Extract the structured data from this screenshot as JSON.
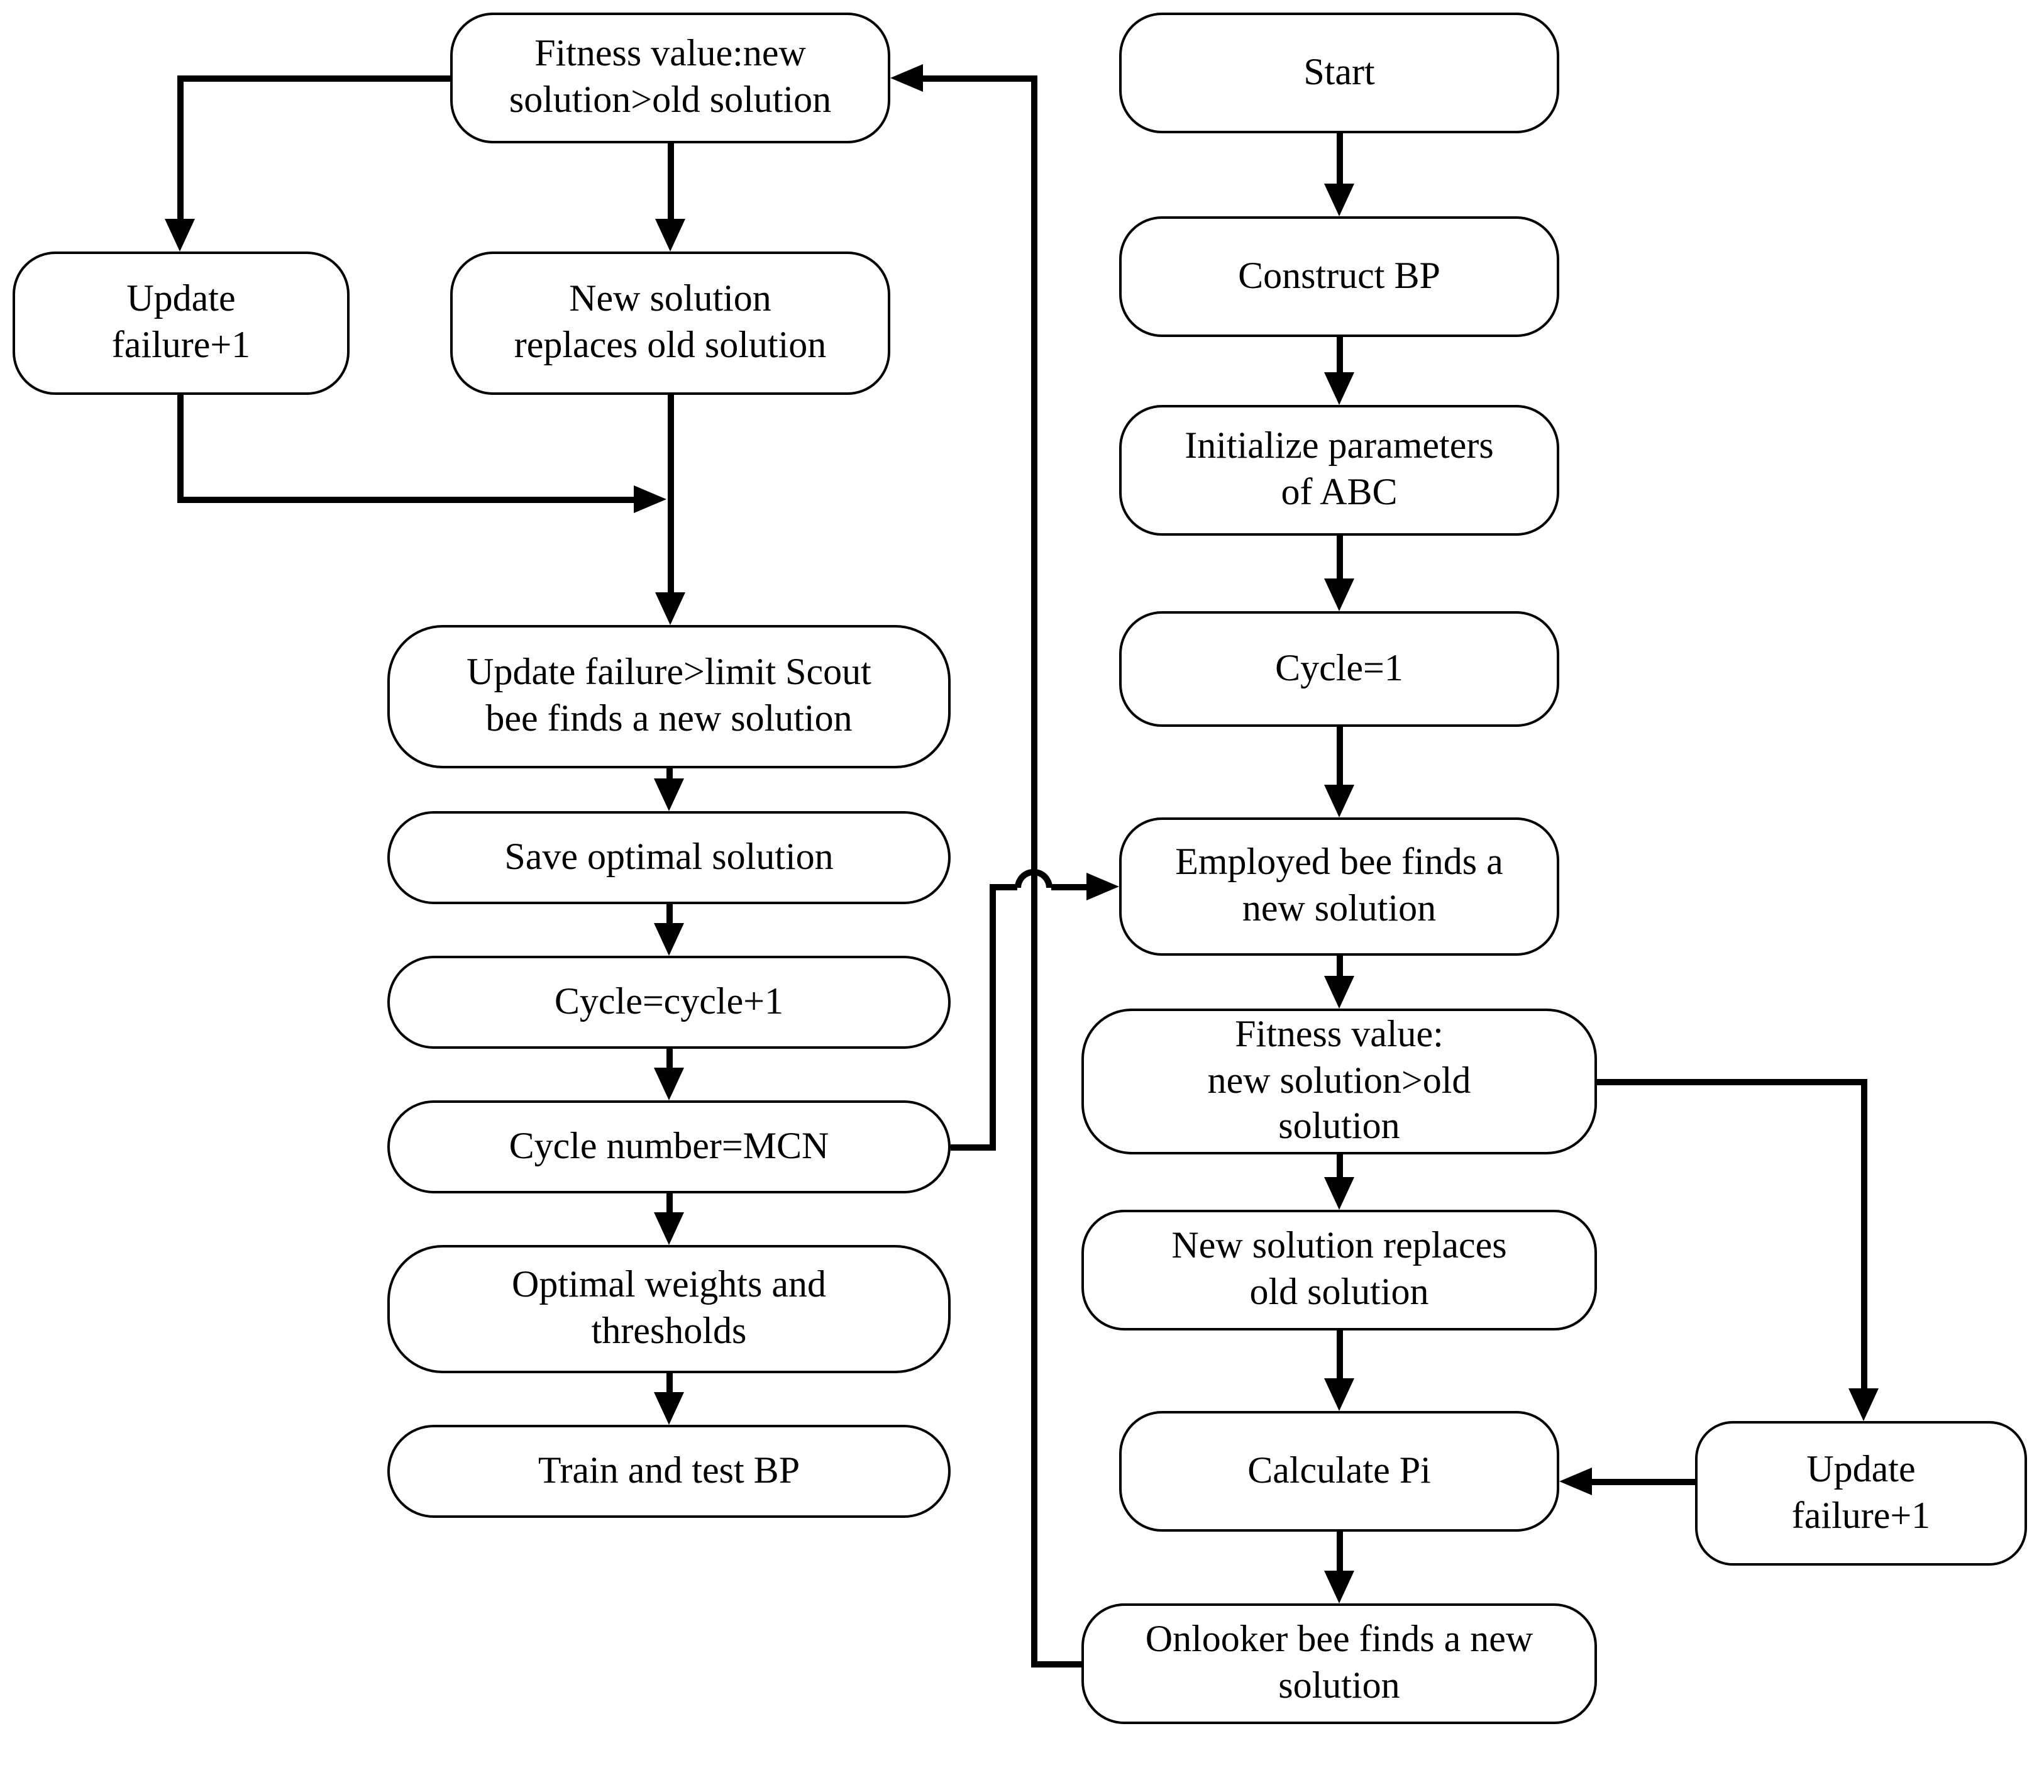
{
  "diagram": {
    "type": "flowchart",
    "title": "ABC-optimized BP neural network training flowchart",
    "background_color": "#ffffff",
    "line_color": "#000000",
    "node_fill_color": "#ffffff",
    "nodes": {
      "fitness_top": {
        "lines": [
          "Fitness value:new",
          "solution>old solution"
        ]
      },
      "update_left": {
        "lines": [
          "Update",
          "failure+1"
        ]
      },
      "newsol_left": {
        "lines": [
          "New solution",
          "replaces old solution"
        ]
      },
      "scout": {
        "lines": [
          "Update failure>limit Scout",
          "bee finds a new solution"
        ]
      },
      "save": {
        "lines": [
          "Save optimal solution"
        ]
      },
      "cycle_inc": {
        "lines": [
          "Cycle=cycle+1"
        ]
      },
      "mcn": {
        "lines": [
          "Cycle number=MCN"
        ]
      },
      "optimal": {
        "lines": [
          "Optimal weights and",
          "thresholds"
        ]
      },
      "train": {
        "lines": [
          "Train and test BP"
        ]
      },
      "start": {
        "lines": [
          "Start"
        ]
      },
      "construct": {
        "lines": [
          "Construct BP"
        ]
      },
      "init_abc": {
        "lines": [
          "Initialize parameters",
          "of ABC"
        ]
      },
      "cycle1": {
        "lines": [
          "Cycle=1"
        ]
      },
      "employed": {
        "lines": [
          "Employed bee finds a",
          "new solution"
        ]
      },
      "fitness_right": {
        "lines": [
          "Fitness value:",
          "new solution>old",
          "solution"
        ]
      },
      "newsol_right": {
        "lines": [
          "New solution replaces",
          "old solution"
        ]
      },
      "calc_pi": {
        "lines": [
          "Calculate Pi"
        ]
      },
      "onlooker": {
        "lines": [
          "Onlooker bee finds a new",
          "solution"
        ]
      },
      "update_right": {
        "lines": [
          "Update",
          "failure+1"
        ]
      }
    },
    "edges": [
      {
        "from": "start",
        "to": "construct"
      },
      {
        "from": "construct",
        "to": "init_abc"
      },
      {
        "from": "init_abc",
        "to": "cycle1"
      },
      {
        "from": "cycle1",
        "to": "employed"
      },
      {
        "from": "employed",
        "to": "fitness_right"
      },
      {
        "from": "fitness_right",
        "to": "newsol_right"
      },
      {
        "from": "fitness_right",
        "to": "update_right"
      },
      {
        "from": "newsol_right",
        "to": "calc_pi"
      },
      {
        "from": "update_right",
        "to": "calc_pi"
      },
      {
        "from": "calc_pi",
        "to": "onlooker"
      },
      {
        "from": "onlooker",
        "to": "fitness_top"
      },
      {
        "from": "fitness_top",
        "to": "update_left"
      },
      {
        "from": "fitness_top",
        "to": "newsol_left"
      },
      {
        "from": "update_left",
        "to": "scout"
      },
      {
        "from": "newsol_left",
        "to": "scout"
      },
      {
        "from": "scout",
        "to": "save"
      },
      {
        "from": "save",
        "to": "cycle_inc"
      },
      {
        "from": "cycle_inc",
        "to": "mcn"
      },
      {
        "from": "mcn",
        "to": "employed"
      },
      {
        "from": "mcn",
        "to": "optimal"
      },
      {
        "from": "optimal",
        "to": "train"
      }
    ]
  }
}
